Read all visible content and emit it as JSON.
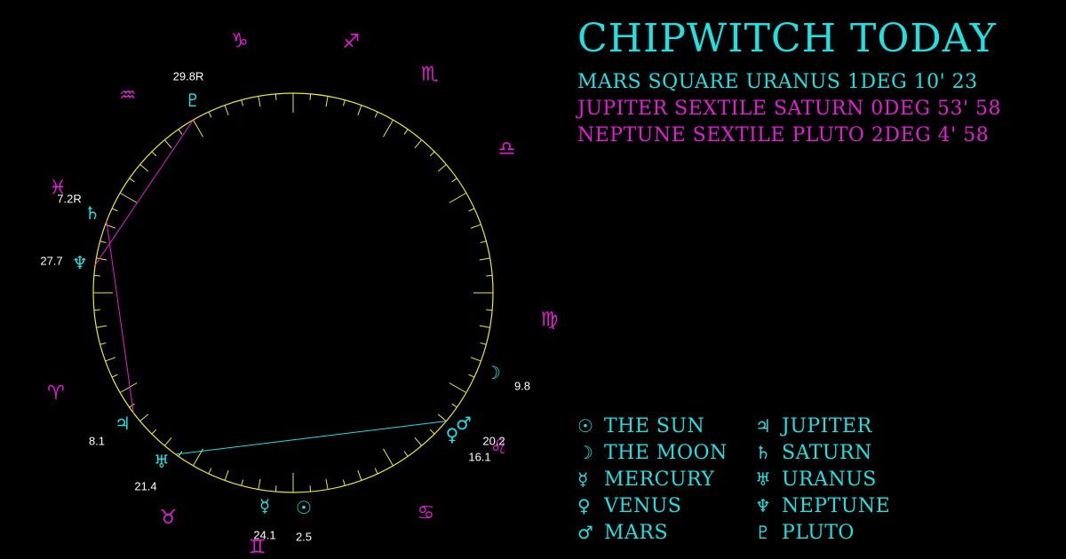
{
  "title": "CHIPWITCH TODAY",
  "colors": {
    "cyan": "#22e0e0",
    "magenta": "#e020d0",
    "yellow": "#e8e840",
    "background": "#000000"
  },
  "aspects": [
    {
      "text": "MARS SQUARE URANUS 1DEG 10' 23",
      "color": "#22e0e0"
    },
    {
      "text": "JUPITER SEXTILE SATURN 0DEG 53' 58",
      "color": "#e020d0"
    },
    {
      "text": "NEPTUNE SEXTILE PLUTO 2DEG 4' 58",
      "color": "#e020d0"
    }
  ],
  "legend": [
    {
      "symbol": "☉",
      "label": "THE SUN",
      "icon": "sun-icon"
    },
    {
      "symbol": "☽",
      "label": "THE MOON",
      "icon": "moon-icon"
    },
    {
      "symbol": "☿",
      "label": "MERCURY",
      "icon": "mercury-icon"
    },
    {
      "symbol": "♀",
      "label": "VENUS",
      "icon": "venus-icon"
    },
    {
      "symbol": "♂",
      "label": "MARS",
      "icon": "mars-icon"
    },
    {
      "symbol": "♃",
      "label": "JUPITER",
      "icon": "jupiter-icon"
    },
    {
      "symbol": "♄",
      "label": "SATURN",
      "icon": "saturn-icon"
    },
    {
      "symbol": "♅",
      "label": "URANUS",
      "icon": "uranus-icon"
    },
    {
      "symbol": "♆",
      "label": "NEPTUNE",
      "icon": "neptune-icon"
    },
    {
      "symbol": "♇",
      "label": "PLUTO",
      "icon": "pluto-icon"
    }
  ],
  "zodiac": [
    {
      "symbol": "♑",
      "icon": "capricorn-icon"
    },
    {
      "symbol": "♐",
      "icon": "sagittarius-icon"
    },
    {
      "symbol": "♏",
      "icon": "scorpio-icon"
    },
    {
      "symbol": "♎",
      "icon": "libra-icon"
    },
    {
      "symbol": "♍",
      "icon": "virgo-icon"
    },
    {
      "symbol": "♌",
      "icon": "leo-icon"
    },
    {
      "symbol": "♋",
      "icon": "cancer-icon"
    },
    {
      "symbol": "♊",
      "icon": "gemini-icon"
    },
    {
      "symbol": "♉",
      "icon": "taurus-icon"
    },
    {
      "symbol": "♈",
      "icon": "aries-icon"
    },
    {
      "symbol": "♓",
      "icon": "pisces-icon"
    },
    {
      "symbol": "♒",
      "icon": "aquarius-icon"
    }
  ],
  "planets": [
    {
      "name": "pluto",
      "symbol": "♇",
      "degree": "29.8R"
    },
    {
      "name": "saturn",
      "symbol": "♄",
      "degree": "7.2R"
    },
    {
      "name": "neptune",
      "symbol": "♆",
      "degree": "27.7"
    },
    {
      "name": "jupiter",
      "symbol": "♃",
      "degree": "8.1"
    },
    {
      "name": "uranus",
      "symbol": "♅",
      "degree": "21.4"
    },
    {
      "name": "mercury",
      "symbol": "☿",
      "degree": "24.1"
    },
    {
      "name": "sun",
      "symbol": "☉",
      "degree": "2.5"
    },
    {
      "name": "moon",
      "symbol": "☽",
      "degree": "9.8"
    },
    {
      "name": "mars",
      "symbol": "♂",
      "degree": "20.2"
    },
    {
      "name": "venus",
      "symbol": "♀",
      "degree": "16.1"
    }
  ],
  "aspect_lines": [
    {
      "from": "mars",
      "to": "uranus",
      "color": "#22e0e0"
    },
    {
      "from": "jupiter",
      "to": "saturn",
      "color": "#e020d0"
    },
    {
      "from": "neptune",
      "to": "pluto",
      "color": "#e020d0"
    }
  ]
}
